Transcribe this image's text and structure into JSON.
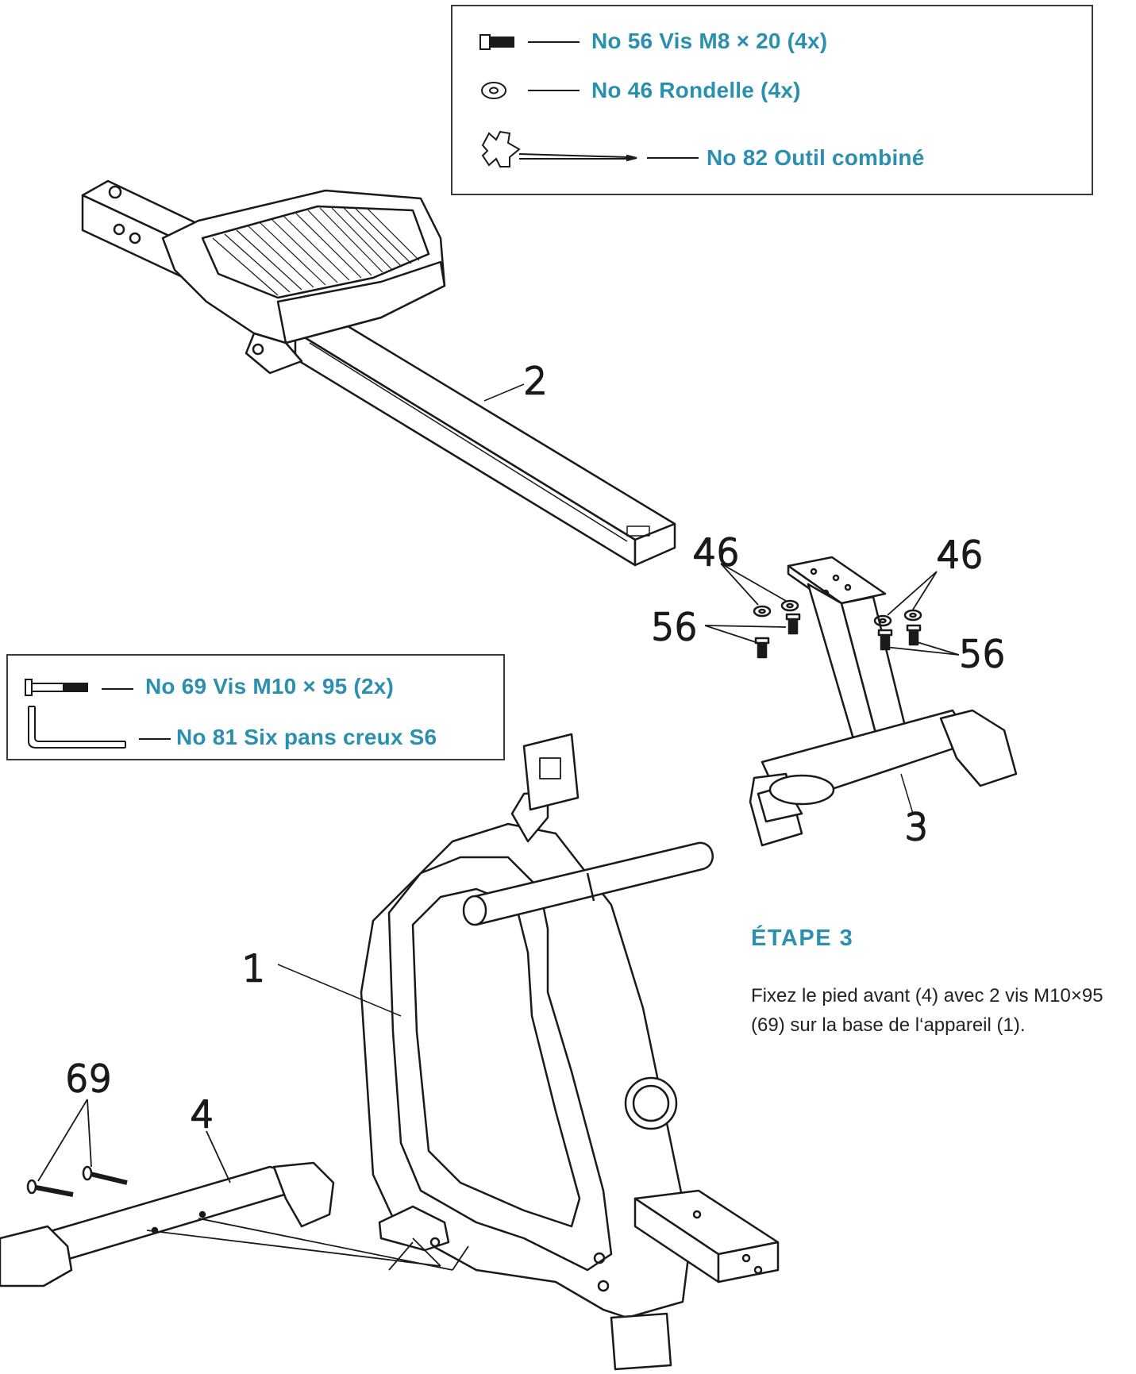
{
  "parts_top": {
    "items": [
      {
        "label": "No 56 Vis M8 × 20 (4x)",
        "icon": "screw-icon"
      },
      {
        "label": "No 46 Rondelle (4x)",
        "icon": "washer-icon"
      },
      {
        "label": "No 82 Outil combiné",
        "icon": "combination-tool-icon"
      }
    ]
  },
  "parts_left": {
    "items": [
      {
        "label": "No 69 Vis M10 × 95 (2x)",
        "icon": "bolt-icon"
      },
      {
        "label": "No 81 Six pans creux S6",
        "icon": "hex-key-icon"
      }
    ]
  },
  "callouts": {
    "rail": "2",
    "rear_foot": "3",
    "washers_left": "46",
    "washers_right": "46",
    "screws_left": "56",
    "screws_right": "56",
    "base": "1",
    "bolts": "69",
    "front_foot": "4"
  },
  "step": {
    "title": "ÉTAPE 3",
    "text_line1": "Fixez le pied avant (4) avec 2 vis M10×95",
    "text_line2": "(69) sur la base de l‘appareil (1)."
  },
  "colors": {
    "accent": "#2b8fae",
    "line": "#1a1a1a",
    "text": "#222222"
  }
}
